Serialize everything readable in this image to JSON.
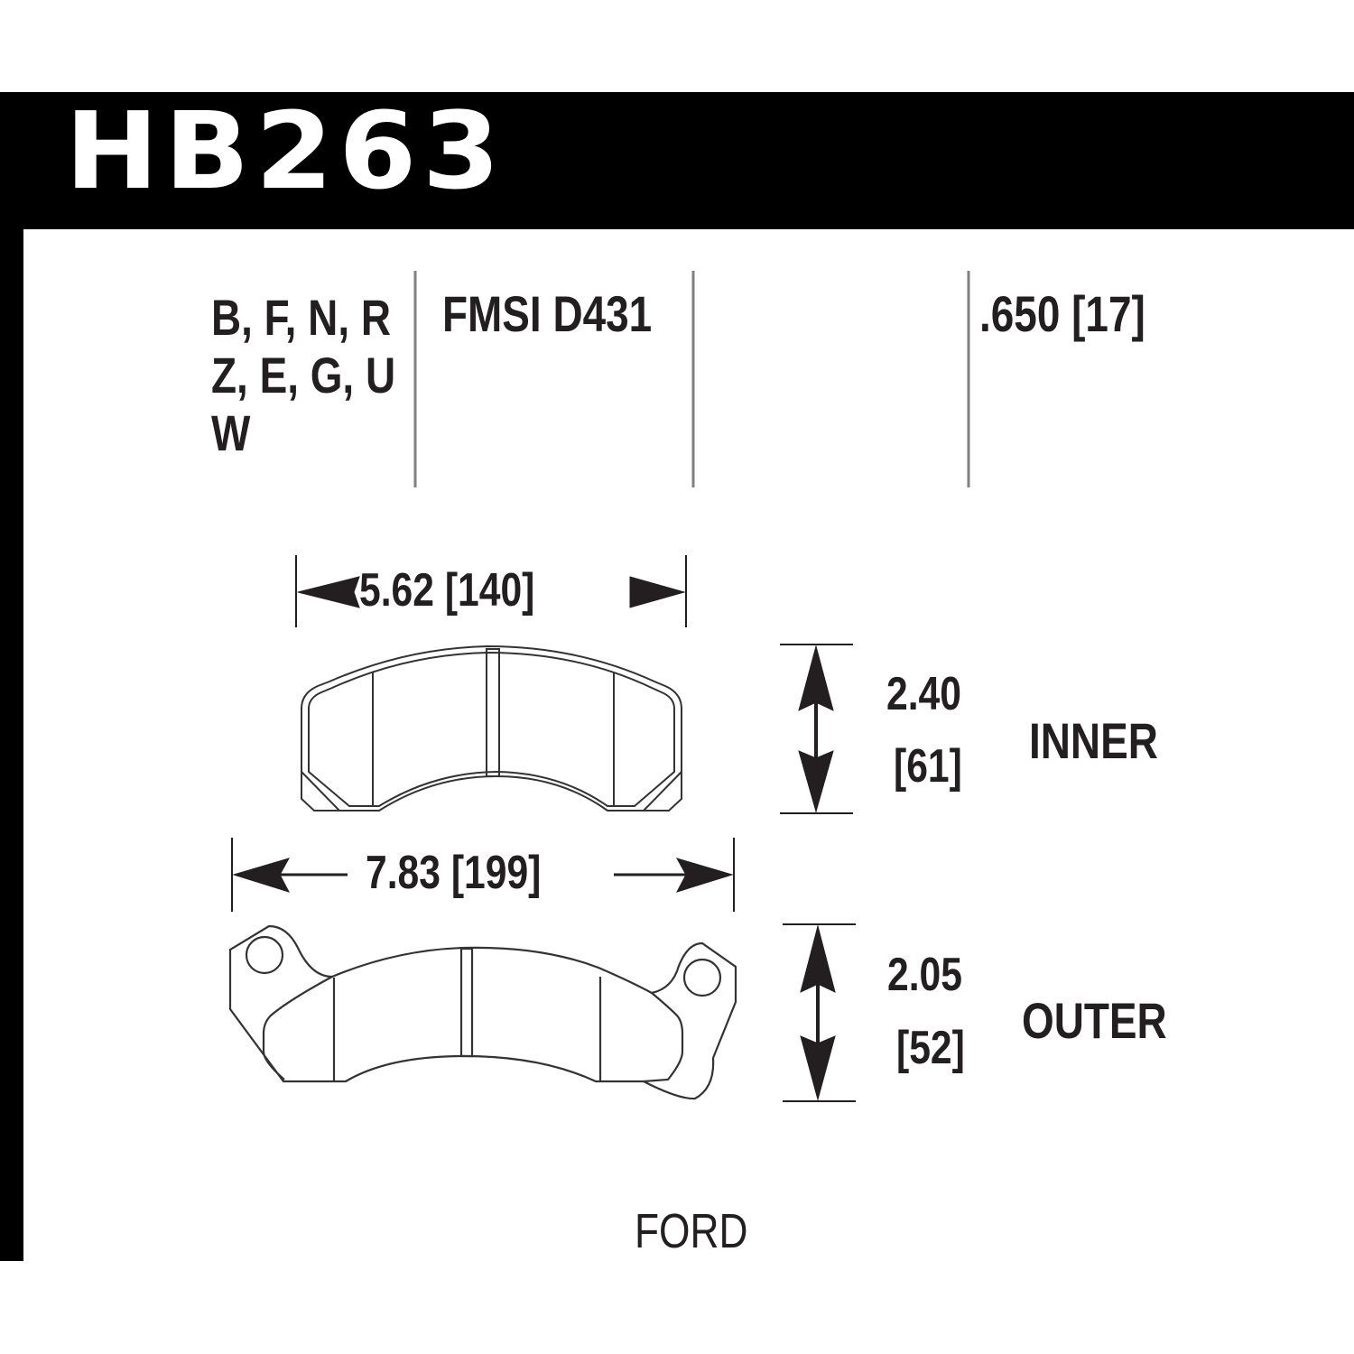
{
  "header": {
    "part_number": "HB263",
    "background_color": "#000000",
    "text_color": "#ffffff"
  },
  "info": {
    "compounds": [
      "B, F, N, R",
      "Z, E, G, U",
      "W"
    ],
    "fmsi": "FMSI D431",
    "thickness": ".650 [17]"
  },
  "inner_pad": {
    "label": "INNER",
    "width": "5.62 [140]",
    "height_in": "2.40",
    "height_mm": "[61]"
  },
  "outer_pad": {
    "label": "OUTER",
    "width": "7.83 [199]",
    "height_in": "2.05",
    "height_mm": "[52]"
  },
  "footer": {
    "make": "FORD"
  },
  "colors": {
    "ink": "#231f20",
    "divider": "#808080"
  }
}
